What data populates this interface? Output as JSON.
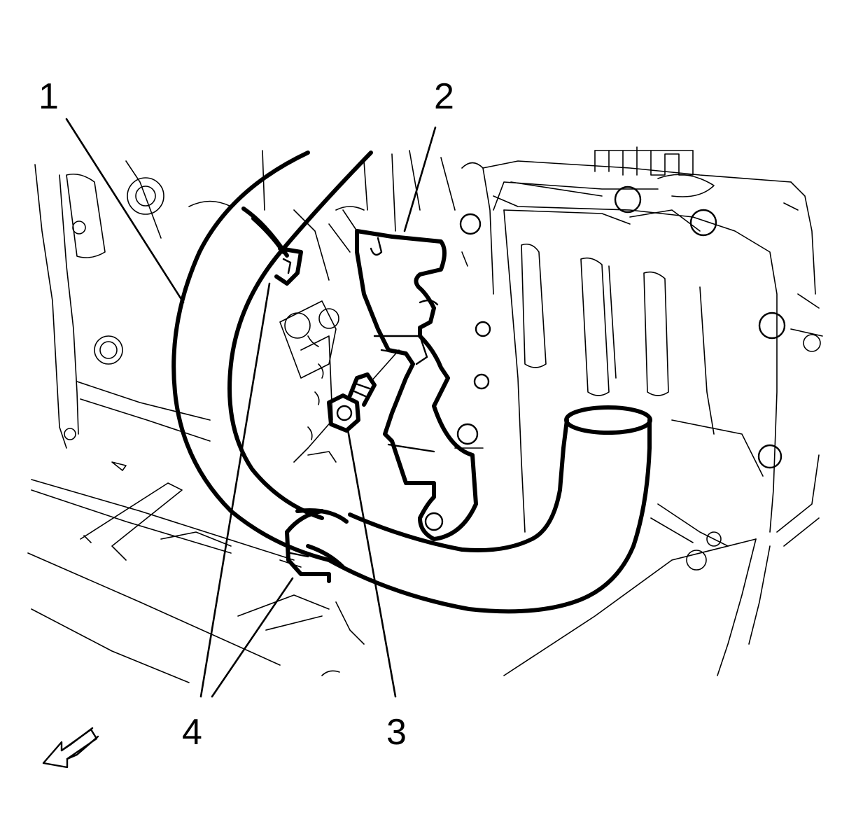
{
  "callouts": [
    {
      "id": "1",
      "label": "1"
    },
    {
      "id": "2",
      "label": "2"
    },
    {
      "id": "3",
      "label": "3"
    },
    {
      "id": "4",
      "label": "4"
    }
  ],
  "icons": {
    "direction": "front-direction-arrow-icon"
  },
  "colors": {
    "ink": "#000000",
    "paper": "#ffffff"
  }
}
